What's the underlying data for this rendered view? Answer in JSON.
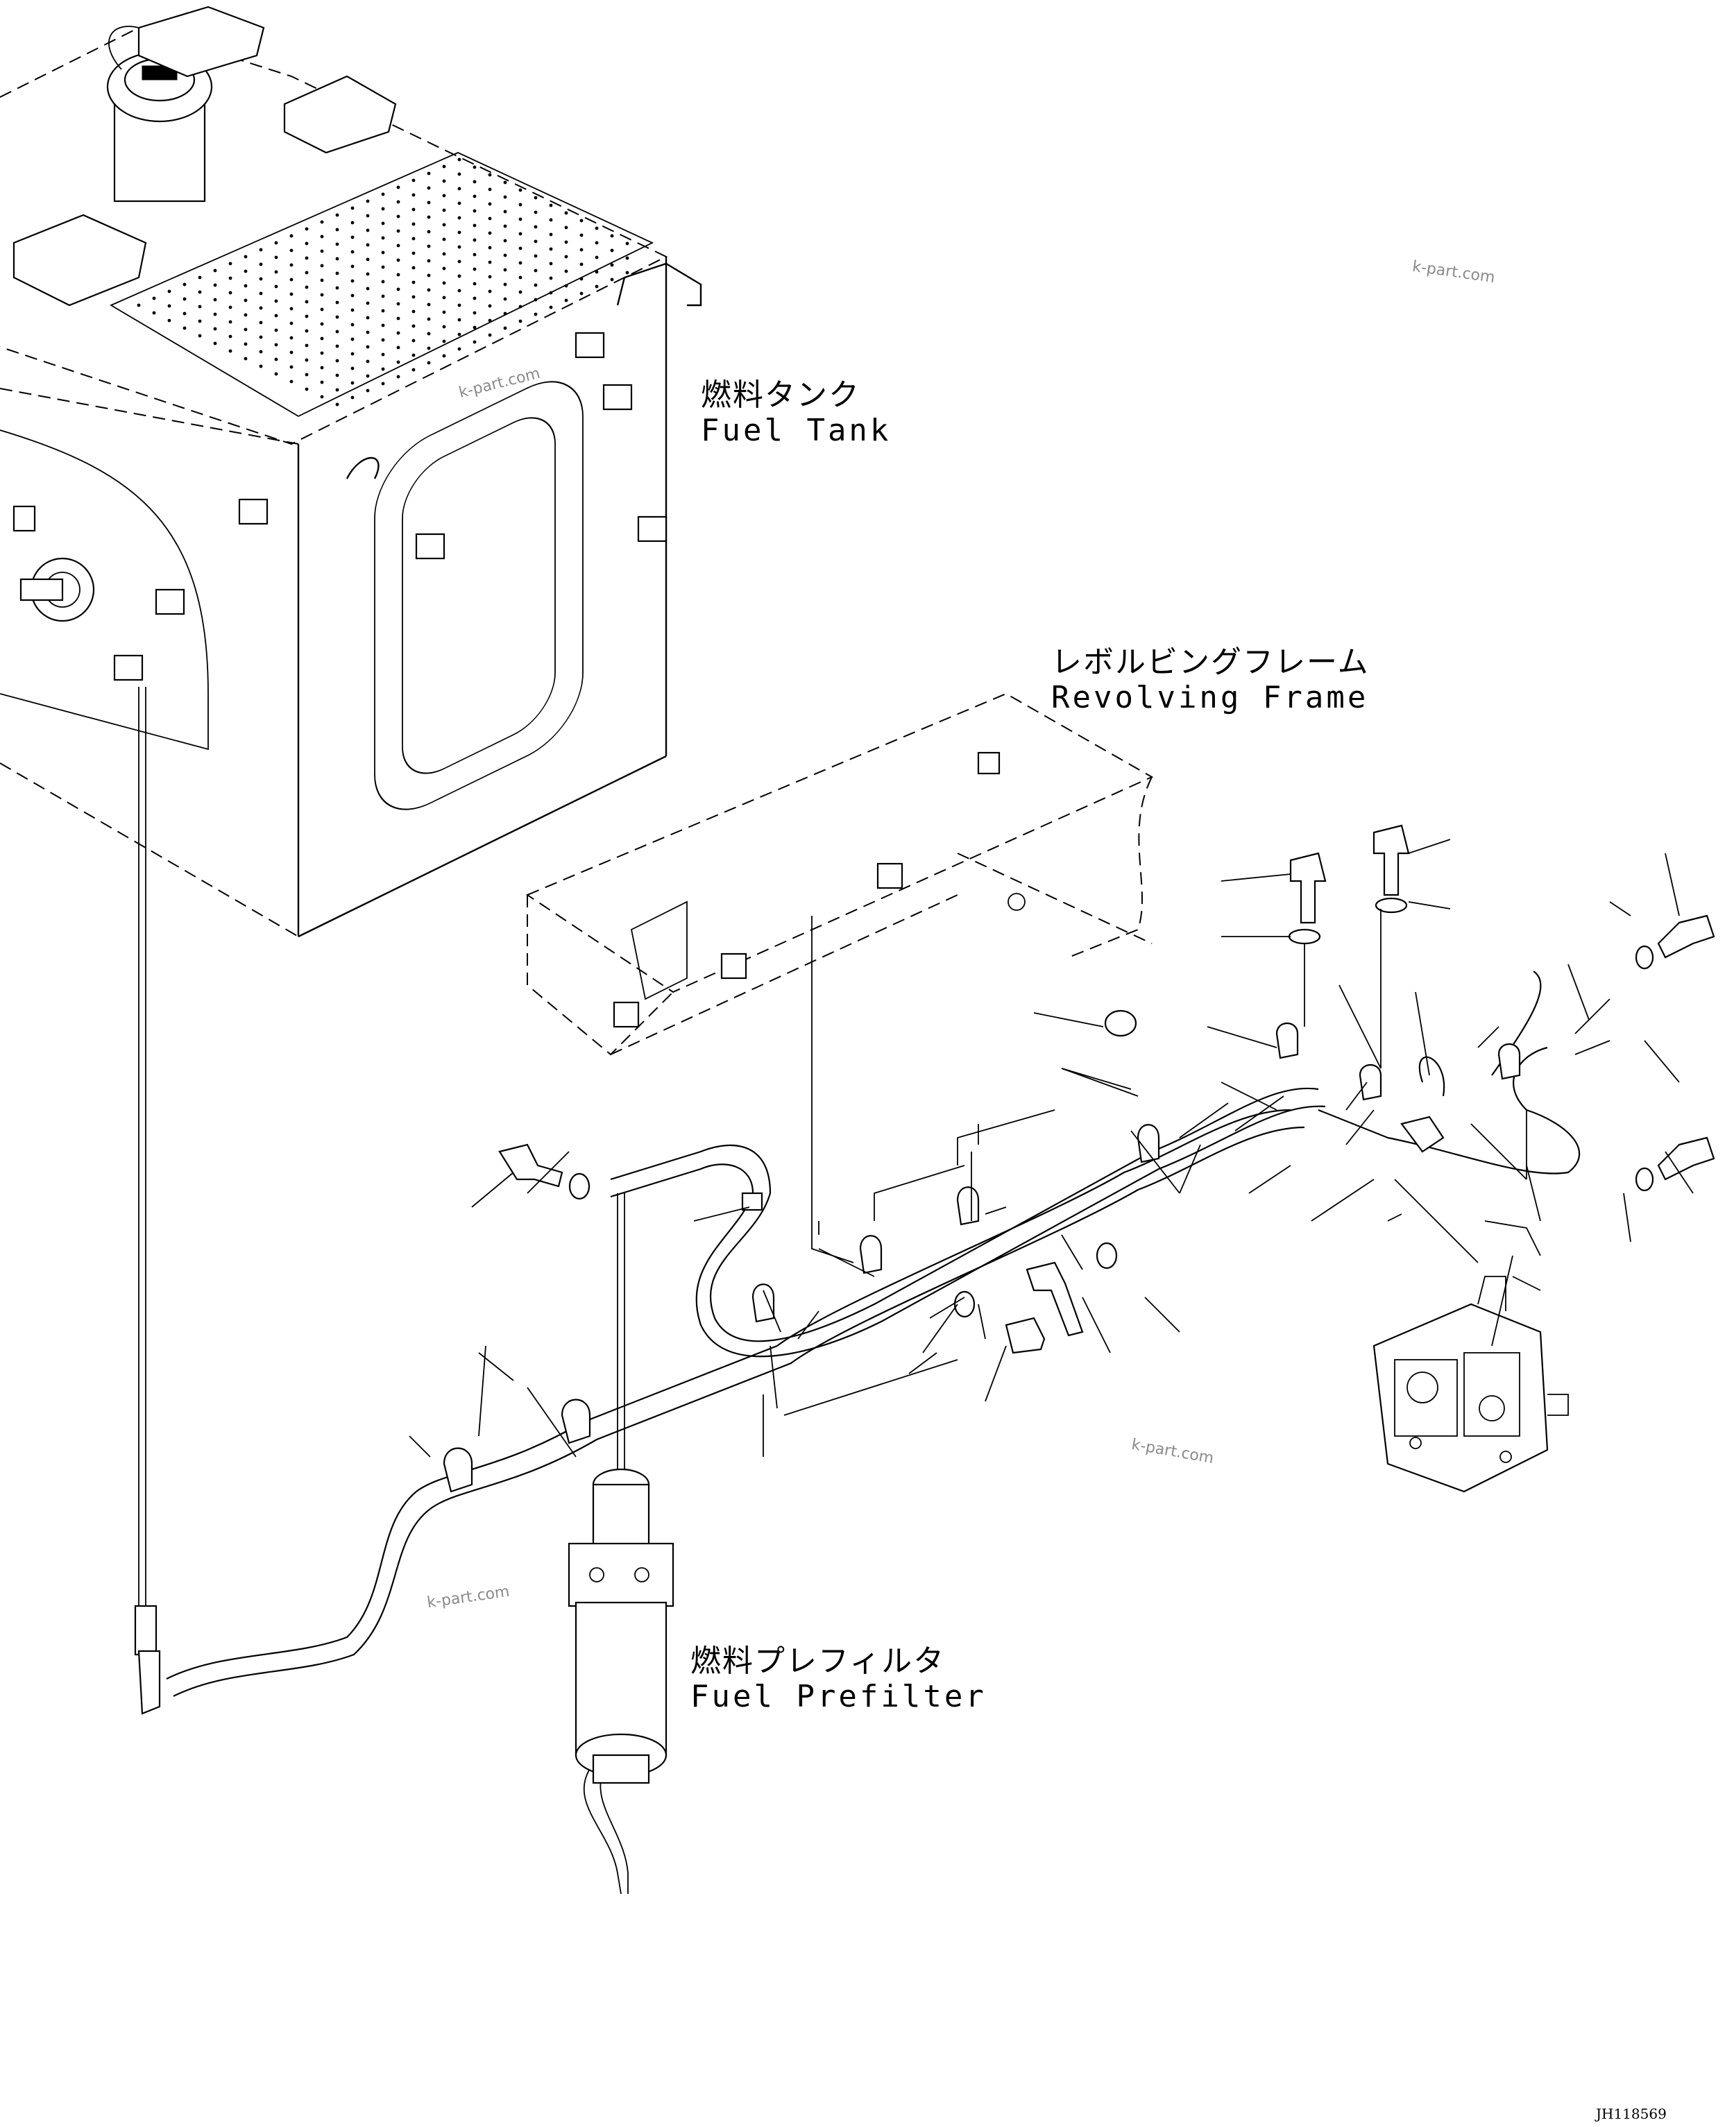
{
  "labels": {
    "fuel_tank": {
      "ja": "燃料タンク",
      "en": "Fuel Tank"
    },
    "revolving_frame": {
      "ja": "レボルビングフレーム",
      "en": "Revolving Frame"
    },
    "fuel_prefilter": {
      "ja": "燃料プレフィルタ",
      "en": "Fuel Prefilter"
    }
  },
  "watermarks": [
    "k-part.com",
    "k-part.com",
    "k-part.com",
    "k-part.com"
  ],
  "drawing_code": "JH118569"
}
